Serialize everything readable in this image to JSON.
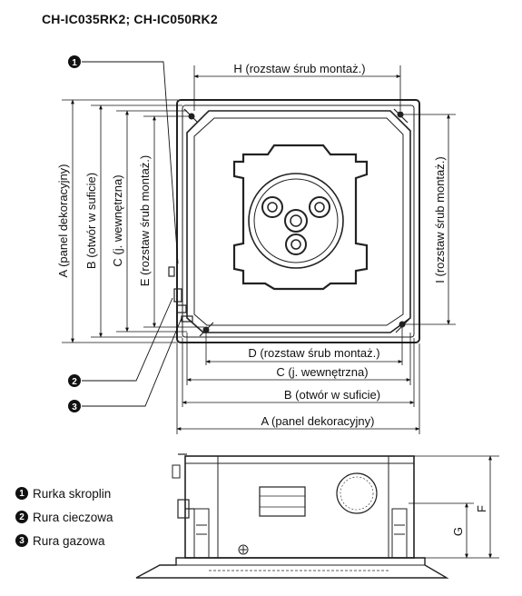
{
  "title": "CH-IC035RK2; CH-IC050RK2",
  "dimensions": {
    "H": "H (rozstaw śrub montaż.)",
    "A_left": "A (panel dekoracyjny)",
    "B_left": "B (otwór w suficie)",
    "C_left": "C (j. wewnętrzna)",
    "E_left": "E (rozstaw śrub montaż.)",
    "I_right": "I (rozstaw śrub montaż.)",
    "D_bottom": "D (rozstaw śrub montaż.)",
    "C_bottom": "C (j. wewnętrzna)",
    "B_bottom": "B (otwór w suficie)",
    "A_bottom": "A (panel dekoracyjny)",
    "F": "F",
    "G": "G"
  },
  "callouts": [
    "1",
    "2",
    "3"
  ],
  "legend": [
    {
      "num": "1",
      "label": "Rurka skroplin"
    },
    {
      "num": "2",
      "label": "Rura cieczowa"
    },
    {
      "num": "3",
      "label": "Rura gazowa"
    }
  ]
}
